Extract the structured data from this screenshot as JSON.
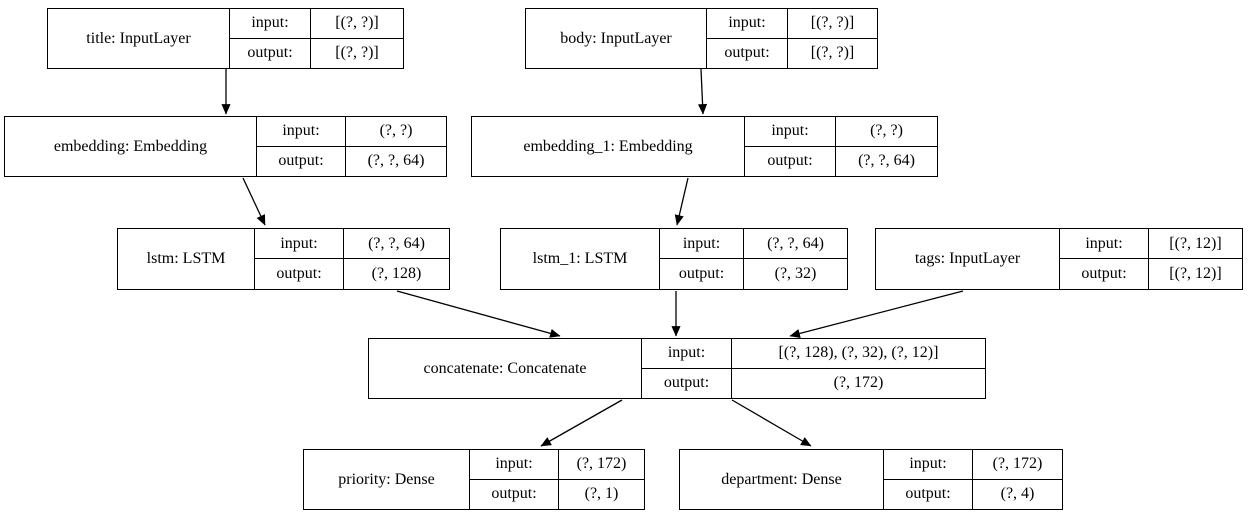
{
  "diagram": {
    "kind": "keras-model-architecture-graph",
    "colors": {
      "stroke": "#000000",
      "background": "#ffffff"
    },
    "nodes": [
      {
        "id": "title",
        "label": "title: InputLayer",
        "rows": [
          {
            "key": "input:",
            "value": "[(?, ?)]"
          },
          {
            "key": "output:",
            "value": "[(?, ?)]"
          }
        ]
      },
      {
        "id": "body",
        "label": "body: InputLayer",
        "rows": [
          {
            "key": "input:",
            "value": "[(?, ?)]"
          },
          {
            "key": "output:",
            "value": "[(?, ?)]"
          }
        ]
      },
      {
        "id": "embedding",
        "label": "embedding: Embedding",
        "rows": [
          {
            "key": "input:",
            "value": "(?, ?)"
          },
          {
            "key": "output:",
            "value": "(?, ?, 64)"
          }
        ]
      },
      {
        "id": "embedding_1",
        "label": "embedding_1: Embedding",
        "rows": [
          {
            "key": "input:",
            "value": "(?, ?)"
          },
          {
            "key": "output:",
            "value": "(?, ?, 64)"
          }
        ]
      },
      {
        "id": "lstm",
        "label": "lstm: LSTM",
        "rows": [
          {
            "key": "input:",
            "value": "(?, ?, 64)"
          },
          {
            "key": "output:",
            "value": "(?, 128)"
          }
        ]
      },
      {
        "id": "lstm_1",
        "label": "lstm_1: LSTM",
        "rows": [
          {
            "key": "input:",
            "value": "(?, ?, 64)"
          },
          {
            "key": "output:",
            "value": "(?, 32)"
          }
        ]
      },
      {
        "id": "tags",
        "label": "tags: InputLayer",
        "rows": [
          {
            "key": "input:",
            "value": "[(?, 12)]"
          },
          {
            "key": "output:",
            "value": "[(?, 12)]"
          }
        ]
      },
      {
        "id": "concatenate",
        "label": "concatenate: Concatenate",
        "rows": [
          {
            "key": "input:",
            "value": "[(?, 128), (?, 32), (?, 12)]"
          },
          {
            "key": "output:",
            "value": "(?, 172)"
          }
        ]
      },
      {
        "id": "priority",
        "label": "priority: Dense",
        "rows": [
          {
            "key": "input:",
            "value": "(?, 172)"
          },
          {
            "key": "output:",
            "value": "(?, 1)"
          }
        ]
      },
      {
        "id": "department",
        "label": "department: Dense",
        "rows": [
          {
            "key": "input:",
            "value": "(?, 172)"
          },
          {
            "key": "output:",
            "value": "(?, 4)"
          }
        ]
      }
    ],
    "edges": [
      {
        "from": "title",
        "to": "embedding"
      },
      {
        "from": "body",
        "to": "embedding_1"
      },
      {
        "from": "embedding",
        "to": "lstm"
      },
      {
        "from": "embedding_1",
        "to": "lstm_1"
      },
      {
        "from": "lstm",
        "to": "concatenate"
      },
      {
        "from": "lstm_1",
        "to": "concatenate"
      },
      {
        "from": "tags",
        "to": "concatenate"
      },
      {
        "from": "concatenate",
        "to": "priority"
      },
      {
        "from": "concatenate",
        "to": "department"
      }
    ]
  }
}
